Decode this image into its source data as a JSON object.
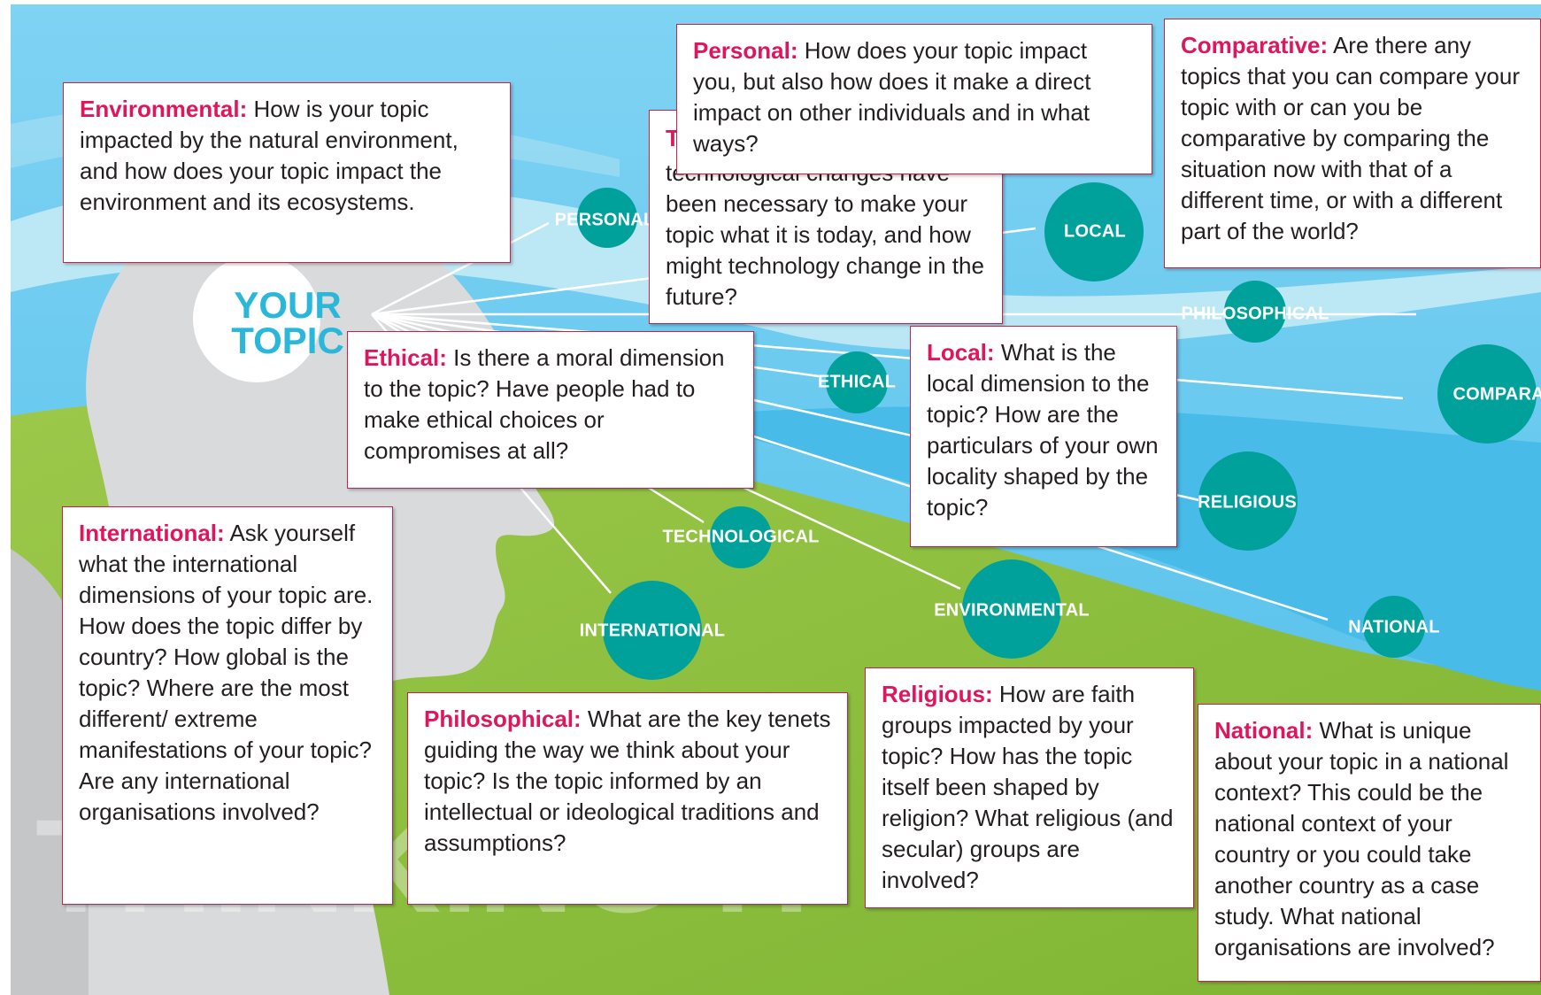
{
  "center": {
    "line1": "YOUR",
    "line2": "TOPIC"
  },
  "nodes": {
    "personal": "PERSONAL",
    "local": "LOCAL",
    "philosophical": "PHILOSOPHICAL",
    "comparative": "COMPARATIVE",
    "ethical": "ETHICAL",
    "religious": "RELIGIOUS",
    "technological": "TECHNOLOGICAL",
    "international": "INTERNATIONAL",
    "environmental": "ENVIRONMENTAL",
    "national": "NATIONAL"
  },
  "boxes": {
    "environmental": {
      "heading": "Environmental:",
      "text": "How is your topic impacted by the natural environment, and how does your topic impact the environment and its ecosystems."
    },
    "technological": {
      "heading": "T",
      "text": "technological changes have been necessary to make your topic what it is today, and how might technology change in the future?"
    },
    "personal": {
      "heading": "Personal:",
      "text": "How does your topic impact you, but also how does it make a direct impact on other individuals and in what ways?"
    },
    "comparative": {
      "heading": "Comparative:",
      "text": "Are there any topics that you can compare your topic with or can you be comparative by comparing the situation now with that of a different time, or with a different part of the world?"
    },
    "ethical": {
      "heading": "Ethical:",
      "text": "Is there a moral dimension to the topic? Have people had to make ethical choices or compromises at all?"
    },
    "local": {
      "heading": "Local:",
      "text": "What is the local dimension to the topic? How are the particulars of your own locality shaped by the topic?"
    },
    "international": {
      "heading": "International:",
      "text": "Ask yourself what the international dimensions of your topic are. How does the topic differ by country? How global is the topic? Where are the most different/ extreme manifestations of your topic? Are any international organisations involved?"
    },
    "philosophical": {
      "heading": "Philosophical:",
      "text": "What are the key tenets guiding the way we think about your topic? Is the topic informed by an intellectual or ideological traditions and assumptions?"
    },
    "religious": {
      "heading": "Religious:",
      "text": "How are faith groups impacted by your topic? How has the topic itself been shaped by religion? What religious (and secular) groups are involved?"
    },
    "national": {
      "heading": "National:",
      "text": "What is unique about your topic in a national context? This could be the national context of your country or you could take another country as a case study. What national organisations are involved?"
    }
  },
  "colors": {
    "sky": "#62c8ee",
    "sky_light": "#c9ebf6",
    "grass": "#8fbe3d",
    "head": "#d9dadb",
    "node": "#00a19a",
    "heading": "#e0165c",
    "border": "#c2264f",
    "center_text": "#2bb7d9"
  }
}
